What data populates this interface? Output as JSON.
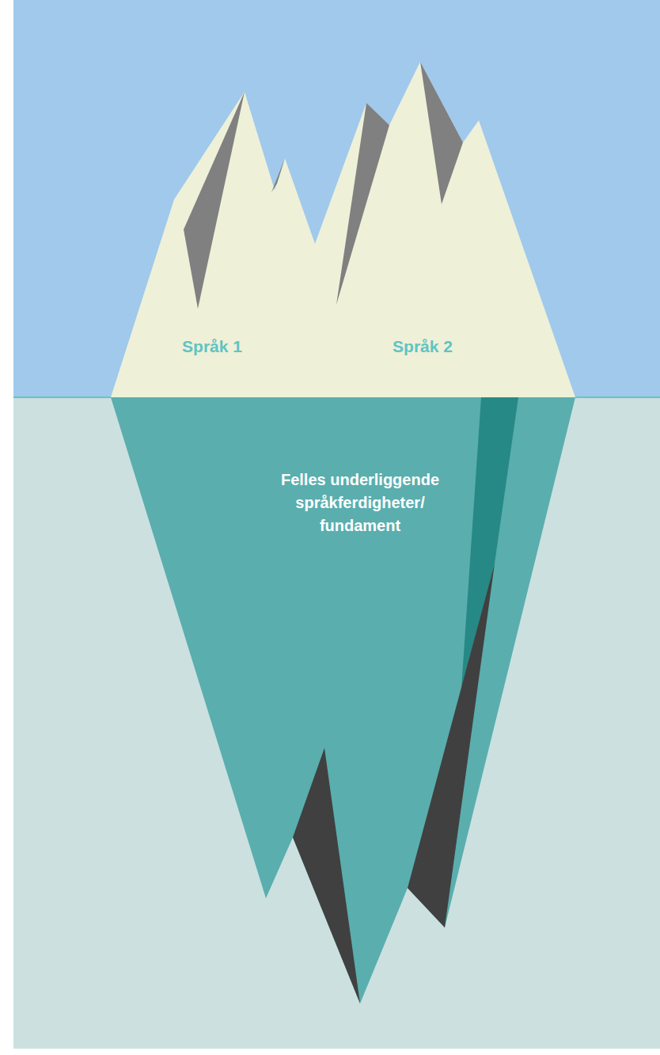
{
  "diagram": {
    "nodes": [
      {
        "text": [
          "Språk 1",
          "Språk 2"
        ]
      },
      {
        "text": [
          "Felles underliggende språkferdigheter/ fundament"
        ]
      }
    ]
  }
}
